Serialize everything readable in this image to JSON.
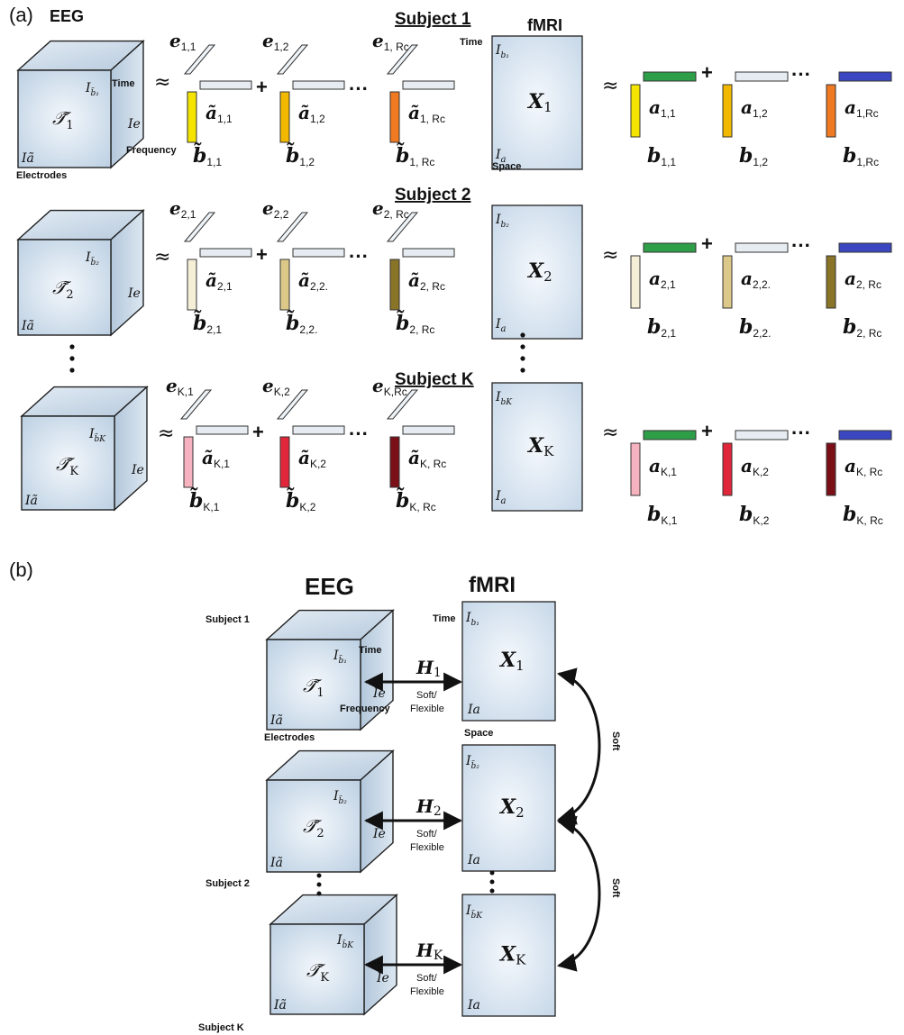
{
  "panel_a": {
    "label": "(a)",
    "eeg_title": "EEG",
    "fmri_title": "fMRI",
    "cube_axes": {
      "time": "Time",
      "frequency": "Frequency",
      "electrodes": "Electrodes"
    },
    "matrix_axes": {
      "time": "Time",
      "space": "Space"
    },
    "approx_symbol": "≈",
    "plus_symbol": "+",
    "ellipsis": "···",
    "subjects": [
      {
        "header": "Subject 1",
        "tensor_sub": "1",
        "Ib_sub": "b̃₁",
        "Ia": "Iã",
        "Ie": "Ie",
        "matrix": "X",
        "matrix_sub": "1",
        "Ib_mat": "b₁",
        "Ia_mat": "a",
        "eeg_terms": [
          {
            "e": "e",
            "e_sub": "1,1",
            "a_sub": "1,1",
            "b_sub": "1,1",
            "color": "#f5e300"
          },
          {
            "e": "e",
            "e_sub": "1,2",
            "a_sub": "1,2",
            "b_sub": "1,2",
            "color": "#f2b800"
          },
          {
            "e": "e",
            "e_sub": "1, Rc",
            "a_sub": "1, Rc",
            "b_sub": "1, Rc",
            "color": "#f07a22"
          }
        ],
        "fmri_terms": [
          {
            "a_sub": "1,1",
            "b_sub": "1,1",
            "b_color": "#f5e300",
            "a_color": "#2e9e48"
          },
          {
            "a_sub": "1,2",
            "b_sub": "1,2",
            "b_color": "#f2b800",
            "a_color": "#e6ecf2"
          },
          {
            "a_sub": "1,Rc",
            "b_sub": "1,Rc",
            "b_color": "#f07a22",
            "a_color": "#3a47c0"
          }
        ]
      },
      {
        "header": "Subject 2",
        "tensor_sub": "2",
        "Ib_sub": "b̃₂",
        "Ia": "Iã",
        "Ie": "Ie",
        "matrix": "X",
        "matrix_sub": "2",
        "Ib_mat": "b₂",
        "Ia_mat": "a",
        "eeg_terms": [
          {
            "e": "e",
            "e_sub": "2,1",
            "a_sub": "2,1",
            "b_sub": "2,1",
            "color": "#f6efd8"
          },
          {
            "e": "e",
            "e_sub": "2,2",
            "a_sub": "2,2.",
            "b_sub": "2,2.",
            "color": "#dcc98a"
          },
          {
            "e": "e",
            "e_sub": "2, Rc",
            "a_sub": "2, Rc",
            "b_sub": "2, Rc",
            "color": "#8a7428"
          }
        ],
        "fmri_terms": [
          {
            "a_sub": "2,1",
            "b_sub": "2,1",
            "b_color": "#f6efd8",
            "a_color": "#2e9e48"
          },
          {
            "a_sub": "2,2.",
            "b_sub": "2,2.",
            "b_color": "#dcc98a",
            "a_color": "#e6ecf2"
          },
          {
            "a_sub": "2, Rc",
            "b_sub": "2, Rc",
            "b_color": "#8a7428",
            "a_color": "#3a47c0"
          }
        ]
      },
      {
        "header": "Subject K",
        "tensor_sub": "K",
        "Ib_sub": "b̃K",
        "Ia": "Iã",
        "Ie": "Ie",
        "matrix": "X",
        "matrix_sub": "K",
        "Ib_mat": "bK",
        "Ia_mat": "a",
        "eeg_terms": [
          {
            "e": "e",
            "e_sub": "K,1",
            "a_sub": "K,1",
            "b_sub": "K,1",
            "color": "#f6b2be"
          },
          {
            "e": "e",
            "e_sub": "K,2",
            "a_sub": "K,2",
            "b_sub": "K,2",
            "color": "#e0263a"
          },
          {
            "e": "e",
            "e_sub": "K,Rc",
            "a_sub": "K, Rc",
            "b_sub": "K, Rc",
            "color": "#7a0f18"
          }
        ],
        "fmri_terms": [
          {
            "a_sub": "K,1",
            "b_sub": "K,1",
            "b_color": "#f6b2be",
            "a_color": "#2e9e48"
          },
          {
            "a_sub": "K,2",
            "b_sub": "K,2",
            "b_color": "#e0263a",
            "a_color": "#e6ecf2"
          },
          {
            "a_sub": "K, Rc",
            "b_sub": "K, Rc",
            "b_color": "#7a0f18",
            "a_color": "#3a47c0"
          }
        ]
      }
    ]
  },
  "panel_b": {
    "label": "(b)",
    "eeg_title": "EEG",
    "fmri_title": "fMRI",
    "cube_axes": {
      "time": "Time",
      "frequency": "Frequency",
      "electrodes": "Electrodes"
    },
    "matrix_axes": {
      "time": "Time",
      "space": "Space"
    },
    "coupling_label_1": "Soft/",
    "coupling_label_2": "Flexible",
    "soft_label": "Soft",
    "subjects": [
      {
        "label": "Subject 1",
        "tensor_sub": "1",
        "Ib_sub": "b̃₁",
        "H": "H",
        "H_sub": "1",
        "X_sub": "1",
        "Ib_mat": "b₁"
      },
      {
        "label": "Subject 2",
        "tensor_sub": "2",
        "Ib_sub": "b̃₂",
        "H": "H",
        "H_sub": "2",
        "X_sub": "2",
        "Ib_mat": "b̃₂"
      },
      {
        "label": "Subject K",
        "tensor_sub": "K",
        "Ib_sub": "b̃K",
        "H": "H",
        "H_sub": "K",
        "X_sub": "K",
        "Ib_mat": "b̃K"
      }
    ]
  },
  "colors": {
    "cube_face": "#c9d9ea",
    "cube_light": "#eef3f9",
    "outline": "#222222"
  }
}
